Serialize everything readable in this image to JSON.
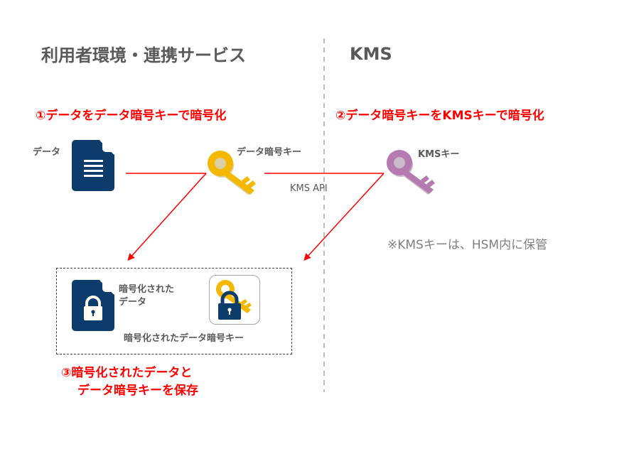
{
  "headings": {
    "left": "利用者環境・連携サービス",
    "right": "KMS"
  },
  "steps": {
    "step1": "①データをデータ暗号キーで暗号化",
    "step2": "②データ暗号キーをKMSキーで暗号化",
    "step3_line1": "③暗号化されたデータと",
    "step3_line2": "データ暗号キーを保存"
  },
  "labels": {
    "data": "データ",
    "data_key": "データ暗号キー",
    "kms_key": "KMSキー",
    "kms_api": "KMS API",
    "encrypted_data_line1": "暗号化された",
    "encrypted_data_line2": "データ",
    "encrypted_data_key": "暗号化されたデータ暗号キー"
  },
  "note": "※KMSキーは、HSM内に保管",
  "icons": {
    "document": "document-icon",
    "data_key": "key-icon",
    "kms_key": "key-icon",
    "encrypted_document": "locked-document-icon",
    "encrypted_key": "locked-key-icon"
  },
  "colors": {
    "accent_red": "#ff0000",
    "doc_navy": "#0b3c6b",
    "key_gold": "#f5b800",
    "kms_purple": "#b57ab0",
    "text_gray": "#595959",
    "separator_gray": "#a6a6a6"
  }
}
